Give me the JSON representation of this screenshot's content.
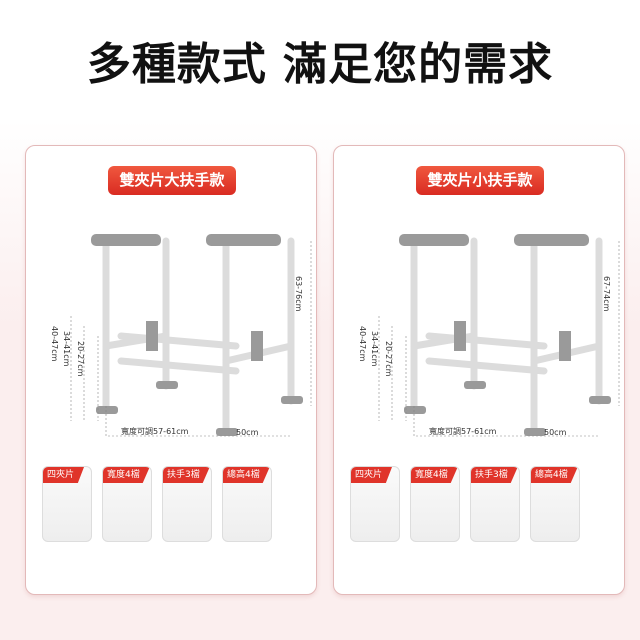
{
  "headline": "多種款式 滿足您的需求",
  "cards": [
    {
      "badge": "雙夾片大扶手款",
      "dims": {
        "total_height": "63-76cm",
        "h1": "40-47cm",
        "h2": "34-41cm",
        "h3": "20-27cm",
        "width": "寬度可調57-61cm",
        "depth": "50cm"
      },
      "features": [
        "四夾片",
        "寬度4檔",
        "扶手3檔",
        "總高4檔"
      ]
    },
    {
      "badge": "雙夾片小扶手款",
      "dims": {
        "total_height": "67-74cm",
        "h1": "40-47cm",
        "h2": "34-41cm",
        "h3": "20-27cm",
        "width": "寬度可調57-61cm",
        "depth": "50cm"
      },
      "features": [
        "四夾片",
        "寬度4檔",
        "扶手3檔",
        "總高4檔"
      ]
    }
  ],
  "colors": {
    "accent": "#e0342a",
    "frame": "#f4f4f4",
    "grey": "#9a9a9a"
  }
}
